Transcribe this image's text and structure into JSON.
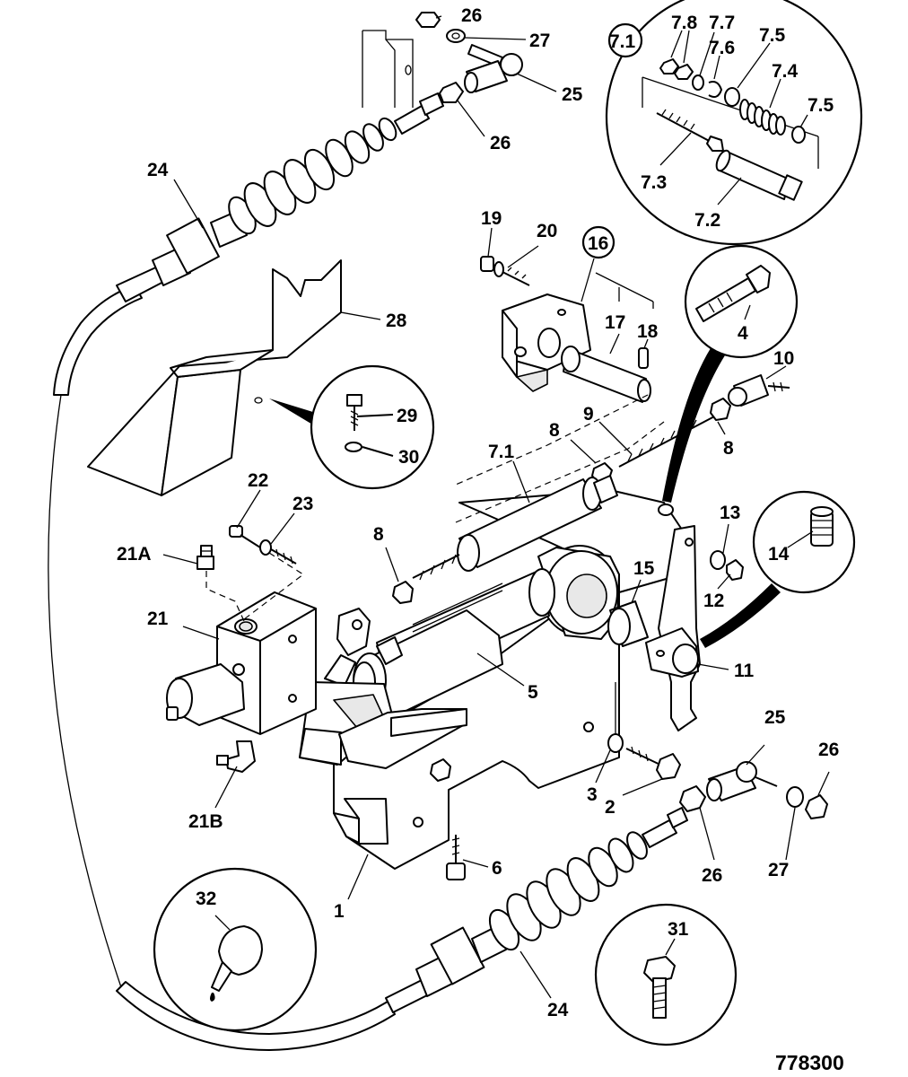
{
  "figure_number": "778300",
  "detail_circles": [
    {
      "id": "detail-7.1",
      "label": "7.1"
    },
    {
      "id": "detail-4"
    },
    {
      "id": "detail-14"
    },
    {
      "id": "detail-29-30"
    },
    {
      "id": "detail-32"
    },
    {
      "id": "detail-31"
    }
  ],
  "callouts": [
    {
      "name": "callout-26-top-a",
      "text": "26"
    },
    {
      "name": "callout-27-top",
      "text": "27"
    },
    {
      "name": "callout-25-top",
      "text": "25"
    },
    {
      "name": "callout-26-top-b",
      "text": "26"
    },
    {
      "name": "callout-24-top",
      "text": "24"
    },
    {
      "name": "callout-28",
      "text": "28"
    },
    {
      "name": "callout-29",
      "text": "29"
    },
    {
      "name": "callout-30",
      "text": "30"
    },
    {
      "name": "callout-19",
      "text": "19"
    },
    {
      "name": "callout-20",
      "text": "20"
    },
    {
      "name": "callout-16",
      "text": "16"
    },
    {
      "name": "callout-17",
      "text": "17"
    },
    {
      "name": "callout-18",
      "text": "18"
    },
    {
      "name": "callout-4",
      "text": "4"
    },
    {
      "name": "callout-10",
      "text": "10"
    },
    {
      "name": "callout-9",
      "text": "9"
    },
    {
      "name": "callout-8-a",
      "text": "8"
    },
    {
      "name": "callout-8-b",
      "text": "8"
    },
    {
      "name": "callout-8-c",
      "text": "8"
    },
    {
      "name": "callout-7.1-main",
      "text": "7.1"
    },
    {
      "name": "callout-22",
      "text": "22"
    },
    {
      "name": "callout-23",
      "text": "23"
    },
    {
      "name": "callout-21A",
      "text": "21A"
    },
    {
      "name": "callout-21",
      "text": "21"
    },
    {
      "name": "callout-21B",
      "text": "21B"
    },
    {
      "name": "callout-13",
      "text": "13"
    },
    {
      "name": "callout-14",
      "text": "14"
    },
    {
      "name": "callout-12",
      "text": "12"
    },
    {
      "name": "callout-15",
      "text": "15"
    },
    {
      "name": "callout-11",
      "text": "11"
    },
    {
      "name": "callout-5",
      "text": "5"
    },
    {
      "name": "callout-3",
      "text": "3"
    },
    {
      "name": "callout-2",
      "text": "2"
    },
    {
      "name": "callout-25-bottom",
      "text": "25"
    },
    {
      "name": "callout-26-bottom-a",
      "text": "26"
    },
    {
      "name": "callout-26-bottom-b",
      "text": "26"
    },
    {
      "name": "callout-27-bottom",
      "text": "27"
    },
    {
      "name": "callout-6",
      "text": "6"
    },
    {
      "name": "callout-1",
      "text": "1"
    },
    {
      "name": "callout-32",
      "text": "32"
    },
    {
      "name": "callout-31",
      "text": "31"
    },
    {
      "name": "callout-24-bottom",
      "text": "24"
    },
    {
      "name": "callout-7.8",
      "text": "7.8"
    },
    {
      "name": "callout-7.7",
      "text": "7.7"
    },
    {
      "name": "callout-7.6",
      "text": "7.6"
    },
    {
      "name": "callout-7.5-a",
      "text": "7.5"
    },
    {
      "name": "callout-7.4",
      "text": "7.4"
    },
    {
      "name": "callout-7.5-b",
      "text": "7.5"
    },
    {
      "name": "callout-7.3",
      "text": "7.3"
    },
    {
      "name": "callout-7.2",
      "text": "7.2"
    }
  ]
}
